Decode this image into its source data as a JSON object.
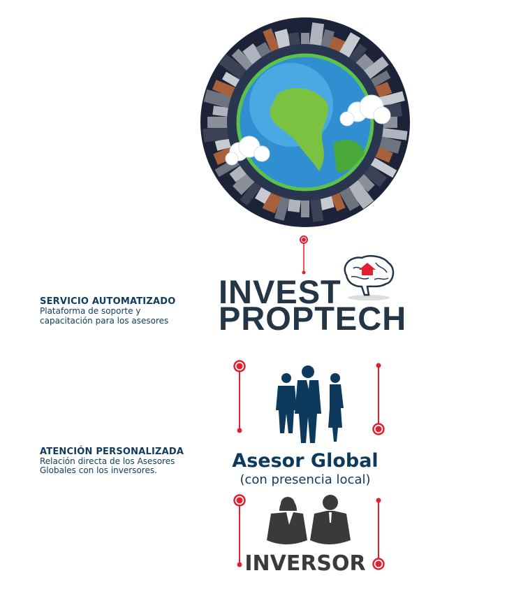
{
  "colors": {
    "navy": "#0d3a5c",
    "dark_slate": "#243545",
    "accent_red": "#e0212f",
    "grey": "#3a3a3c"
  },
  "globe": {
    "icon": "globe-with-city-ring-icon"
  },
  "brand": {
    "line1": "INVEST",
    "line2": "PROPTECH",
    "icon": "brain-with-house-icon"
  },
  "sections": [
    {
      "title": "SERVICIO AUTOMATIZADO",
      "lines": [
        "Plataforma de soporte y",
        "capacitación para los asesores"
      ]
    },
    {
      "title": "ATENCIÓN PERSONALIZADA",
      "lines": [
        "Relación directa de los Asesores",
        "Globales con los inversores."
      ]
    }
  ],
  "advisor": {
    "title": "Asesor Global",
    "subtitle": "(con presencia local)",
    "icon": "business-team-icon"
  },
  "investor": {
    "title": "INVERSOR",
    "icon": "investors-icon"
  }
}
